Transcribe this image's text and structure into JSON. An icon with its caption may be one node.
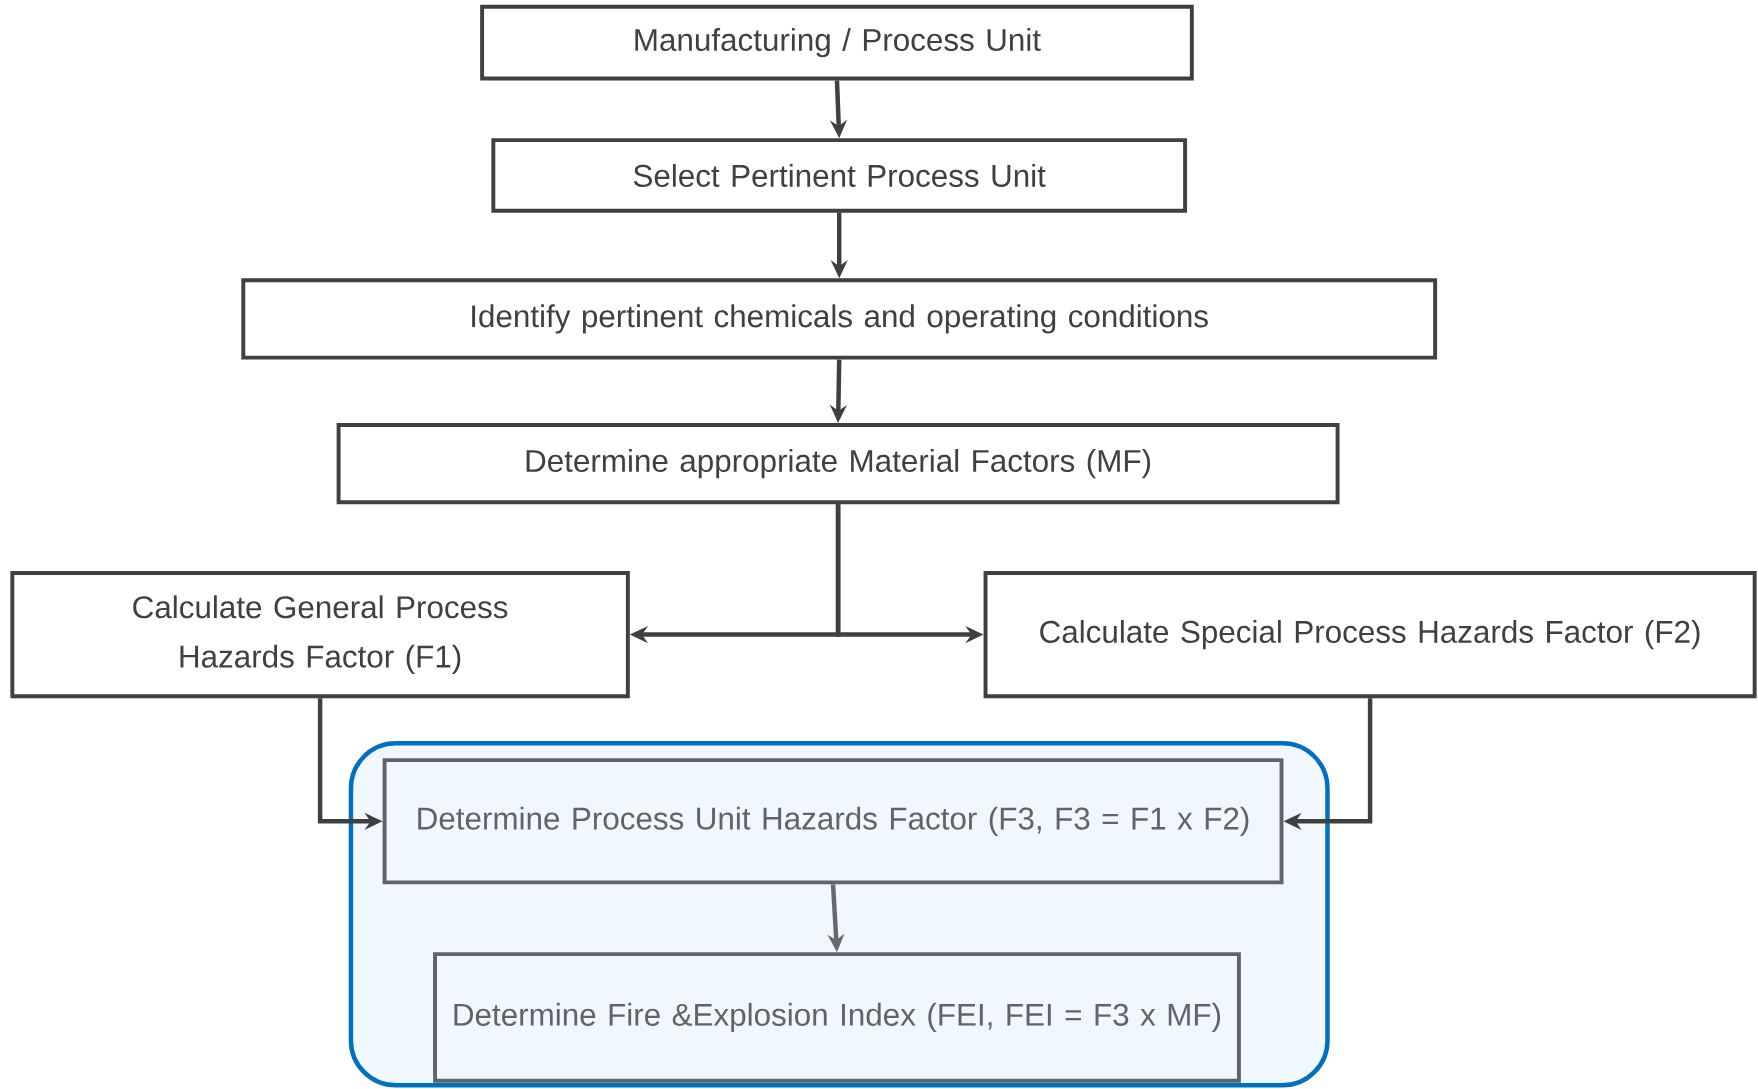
{
  "diagram": {
    "nodes": [
      {
        "text": [
          "Manufacturing / Process Unit"
        ]
      },
      {
        "text": [
          "Select Pertinent Process Unit"
        ]
      },
      {
        "text": [
          "Identify pertinent chemicals and operating conditions"
        ]
      },
      {
        "text": [
          "Determine appropriate Material Factors (MF)"
        ]
      },
      {
        "text": [
          "Calculate General Process Hazards Factor (F1)"
        ]
      },
      {
        "text": [
          "Calculate Special Process Hazards Factor (F2)"
        ]
      },
      {
        "text": [],
        "shape": "box"
      },
      {
        "text": [
          "Determine Process Unit Hazards Factor (F3, F3 = F1 x F2)"
        ],
        "in": 6
      },
      {
        "text": [
          "Determine Fire &Explosion Index (FEI, FEI = F3 x  MF)"
        ],
        "in": 6
      }
    ],
    "edges": [
      {
        "from": 0,
        "to": 1,
        "arrow": "to"
      },
      {
        "from": 1,
        "to": 2,
        "arrow": "to"
      },
      {
        "from": 2,
        "to": 3,
        "arrow": "to"
      },
      {
        "from": 3,
        "to": 4,
        "arrow": "to"
      },
      {
        "from": 3,
        "to": 5,
        "arrow": "to"
      },
      {
        "from": 4,
        "to": 7,
        "arrow": "to"
      },
      {
        "from": 5,
        "to": 7,
        "arrow": "to"
      },
      {
        "from": 7,
        "to": 8,
        "arrow": "to",
        "color": "#666a6e"
      }
    ]
  }
}
